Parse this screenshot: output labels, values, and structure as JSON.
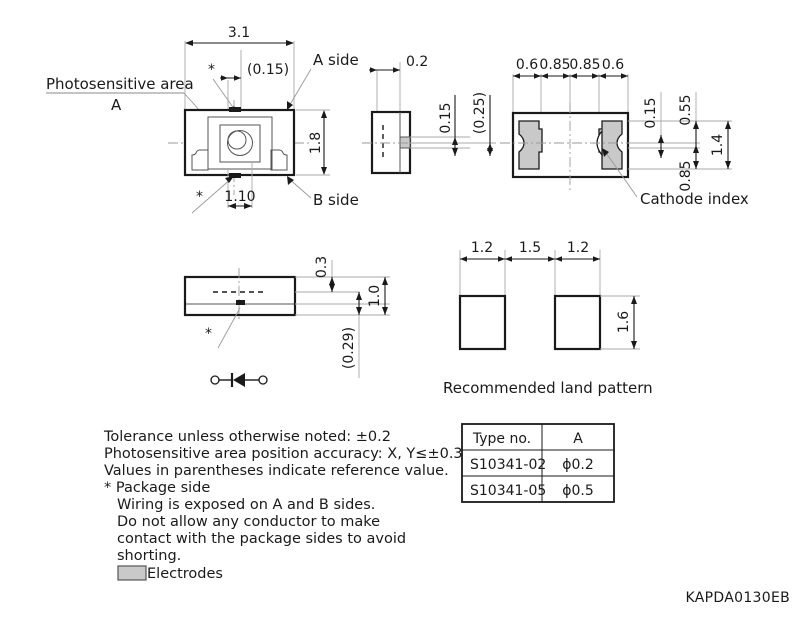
{
  "drawing": {
    "code": "KAPDA0130EB",
    "views": {
      "top": {
        "name": "top-view",
        "dims": {
          "width": "3.1",
          "height": "1.8",
          "offset_ref": "(0.15)",
          "window": "1.10"
        },
        "callouts": {
          "photosensitive": "Photosensitive area",
          "photosensitive_sub": "A",
          "a_side": "A side",
          "b_side": "B side",
          "star_top": "*",
          "star_bottom": "*"
        }
      },
      "side": {
        "name": "side-view",
        "dims": {
          "thickness": "0.2",
          "height_015": "0.15",
          "height_025": "(0.25)"
        }
      },
      "bottom": {
        "name": "bottom-view",
        "dims": {
          "d1": "0.6",
          "d2": "0.85",
          "d3": "0.85",
          "d4": "0.6",
          "v1": "0.15",
          "v2": "0.55",
          "v3": "0.85",
          "v4": "1.4"
        },
        "callouts": {
          "cathode": "Cathode index"
        }
      },
      "elevation": {
        "name": "elevation-view",
        "dims": {
          "h1": "0.3",
          "h2": "1.0",
          "h3": "(0.29)"
        },
        "callouts": {
          "star": "*"
        }
      },
      "land": {
        "name": "land-pattern-view",
        "title": "Recommended land pattern",
        "dims": {
          "w1": "1.2",
          "gap": "1.5",
          "w2": "1.2",
          "h": "1.6"
        }
      }
    }
  },
  "notes": {
    "lines": [
      "Tolerance unless otherwise noted: ±0.2",
      "Photosensitive area position accuracy: X, Y≤±0.3",
      "Values in parentheses indicate reference value.",
      "* Package side",
      "Wiring is exposed on A and B sides.",
      "Do not allow any conductor to make",
      "contact with the package sides to avoid",
      "shorting."
    ],
    "legend_label": "Electrodes"
  },
  "table": {
    "headers": [
      "Type no.",
      "A"
    ],
    "rows": [
      [
        "S10341-02",
        "ɸ0.2"
      ],
      [
        "S10341-05",
        "ɸ0.5"
      ]
    ]
  },
  "colors": {
    "line": "#1a1a1a",
    "electrode_fill": "#c9c9c9",
    "thin": "#9a9a9a"
  }
}
